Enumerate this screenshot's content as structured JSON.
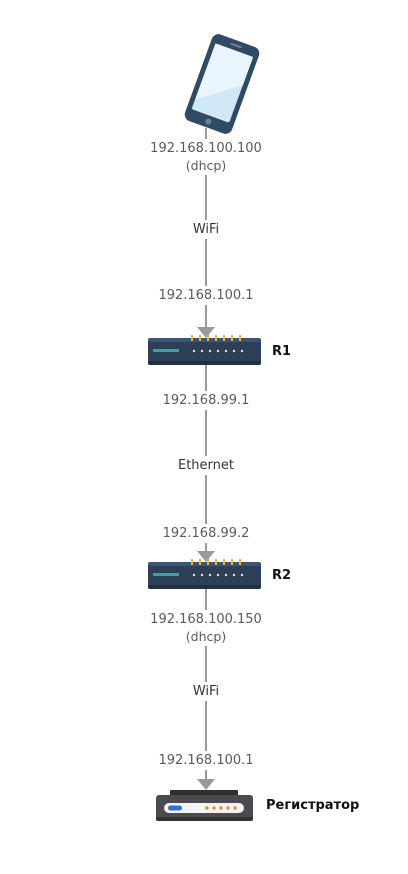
{
  "nodes": {
    "phone": {
      "ip": "192.168.100.100",
      "mode": "(dhcp)"
    },
    "r1": {
      "name": "R1",
      "ip_up": "192.168.100.1",
      "ip_down": "192.168.99.1"
    },
    "r2": {
      "name": "R2",
      "ip_up": "192.168.99.2",
      "ip_down": "192.168.100.150",
      "mode": "(dhcp)"
    },
    "recorder": {
      "name": "Регистратор",
      "ip": "192.168.100.1"
    }
  },
  "links": {
    "phone_r1": "WiFi",
    "r1_r2": "Ethernet",
    "r2_recorder": "WiFi"
  },
  "colors": {
    "line": "#9a9a9a",
    "device_body": "#2b3f57",
    "device_led": "#f2b13a",
    "recorder_body": "#4a4a4f"
  }
}
